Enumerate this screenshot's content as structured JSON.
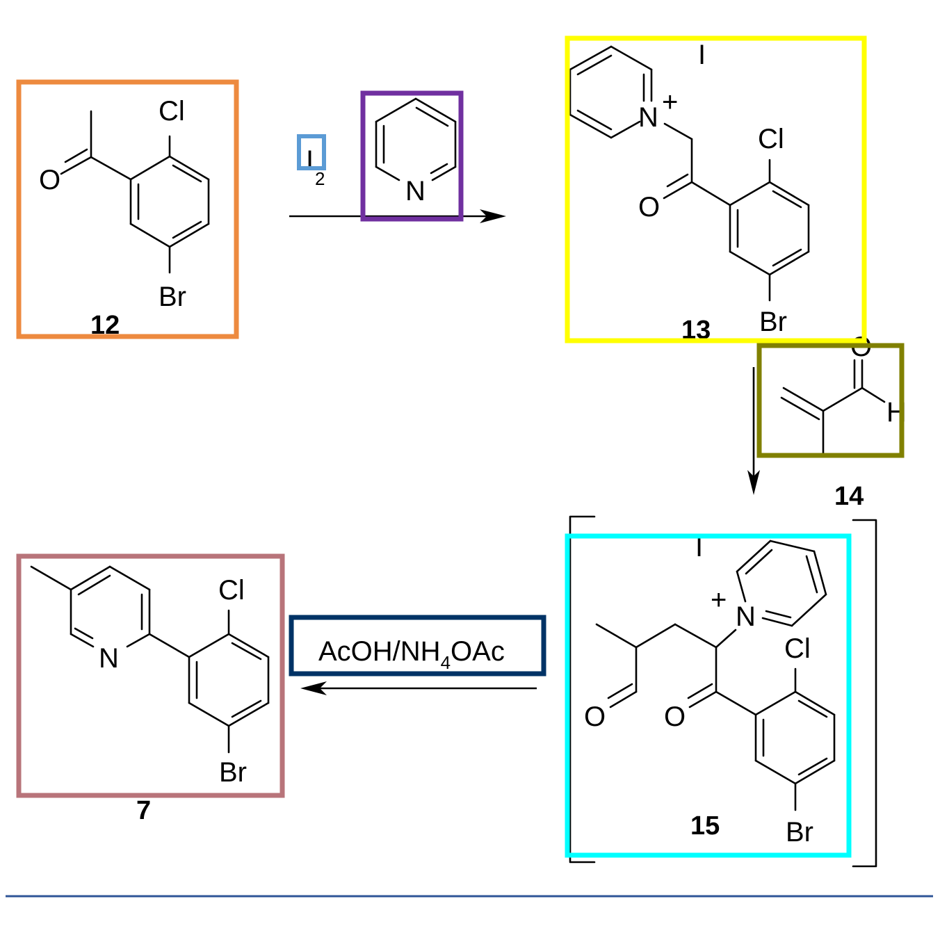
{
  "reagents": {
    "iodine": {
      "symbol": "I",
      "subscript": "2"
    },
    "pyridine_n": "N",
    "condition_main": "AcOH/NH",
    "condition_sub": "4",
    "condition_tail": "OAc"
  },
  "compounds": {
    "c12": {
      "label": "12",
      "cl": "Cl",
      "br": "Br",
      "o": "O"
    },
    "c13": {
      "label": "13",
      "cl": "Cl",
      "br": "Br",
      "o": "O",
      "n": "N",
      "charge": "+",
      "counterion": "I"
    },
    "c14": {
      "label": "14",
      "o": "O",
      "h": "H"
    },
    "c15": {
      "label": "15",
      "cl": "Cl",
      "br": "Br",
      "o1": "O",
      "o2": "O",
      "n": "N",
      "charge": "+",
      "counterion": "I"
    },
    "c7": {
      "label": "7",
      "cl": "Cl",
      "br": "Br",
      "n": "N"
    }
  },
  "highlight_colors": {
    "compound_12": "#ED8A3F",
    "iodine": "#5B9BD5",
    "pyridine": "#7030A0",
    "compound_13": "#FFFF00",
    "compound_14": "#808000",
    "compound_15": "#00FFFF",
    "condition": "#003366",
    "compound_7": "#B8747A"
  },
  "footer_rule_color": "#2F5597"
}
